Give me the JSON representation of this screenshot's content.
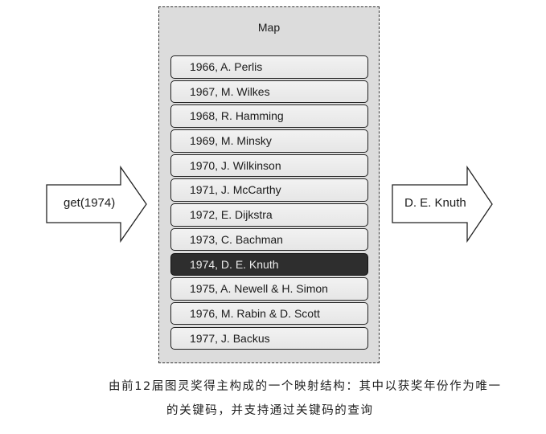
{
  "map": {
    "title": "Map",
    "items": [
      {
        "label": "1966, A. Perlis",
        "selected": false
      },
      {
        "label": "1967, M. Wilkes",
        "selected": false
      },
      {
        "label": "1968, R. Hamming",
        "selected": false
      },
      {
        "label": "1969, M. Minsky",
        "selected": false
      },
      {
        "label": "1970, J. Wilkinson",
        "selected": false
      },
      {
        "label": "1971, J. McCarthy",
        "selected": false
      },
      {
        "label": "1972, E. Dijkstra",
        "selected": false
      },
      {
        "label": "1973, C. Bachman",
        "selected": false
      },
      {
        "label": "1974, D. E. Knuth",
        "selected": true
      },
      {
        "label": "1975, A. Newell & H. Simon",
        "selected": false
      },
      {
        "label": "1976, M. Rabin & D. Scott",
        "selected": false
      },
      {
        "label": "1977, J. Backus",
        "selected": false
      }
    ]
  },
  "input_arrow": {
    "label": "get(1974)"
  },
  "output_arrow": {
    "label": "D. E. Knuth"
  },
  "caption": {
    "line1": "由前12届图灵奖得主构成的一个映射结构：其中以获奖年份作为唯一",
    "line2": "的关键码，并支持通过关键码的查询"
  }
}
